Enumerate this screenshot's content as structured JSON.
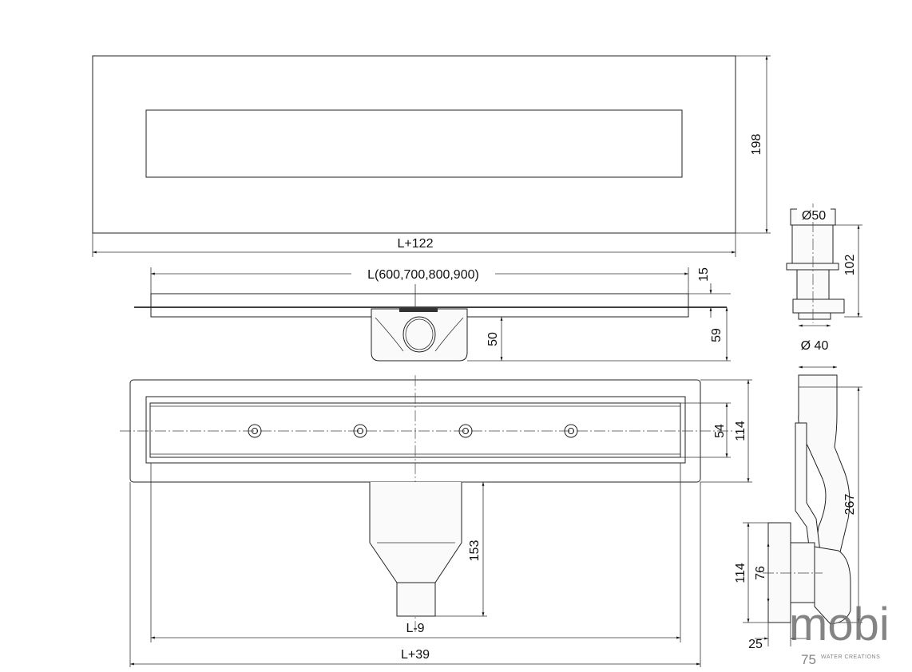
{
  "top_view": {
    "height_dim": "198",
    "width_dim": "L+122"
  },
  "side_view": {
    "length_dim": "L(600,700,800,900)",
    "thickness_dim": "15",
    "outlet_dim": "50",
    "total_depth_dim": "59"
  },
  "plan_view": {
    "inner_width_dim": "54",
    "outer_width_dim": "114",
    "outlet_depth_dim": "153",
    "inner_length_dim": "L-9",
    "outer_length_dim": "L+39"
  },
  "trap_detail": {
    "diameter_top": "Ø50",
    "height_dim": "102",
    "diameter_bottom": "Ø 40"
  },
  "elbow_detail": {
    "height_dim": "267",
    "flange_dim": "114",
    "pipe_dim": "76",
    "offset_dim": "25"
  },
  "watermark": {
    "brand": "mobi",
    "number": "75",
    "tagline": "WATER CREATIONS"
  }
}
